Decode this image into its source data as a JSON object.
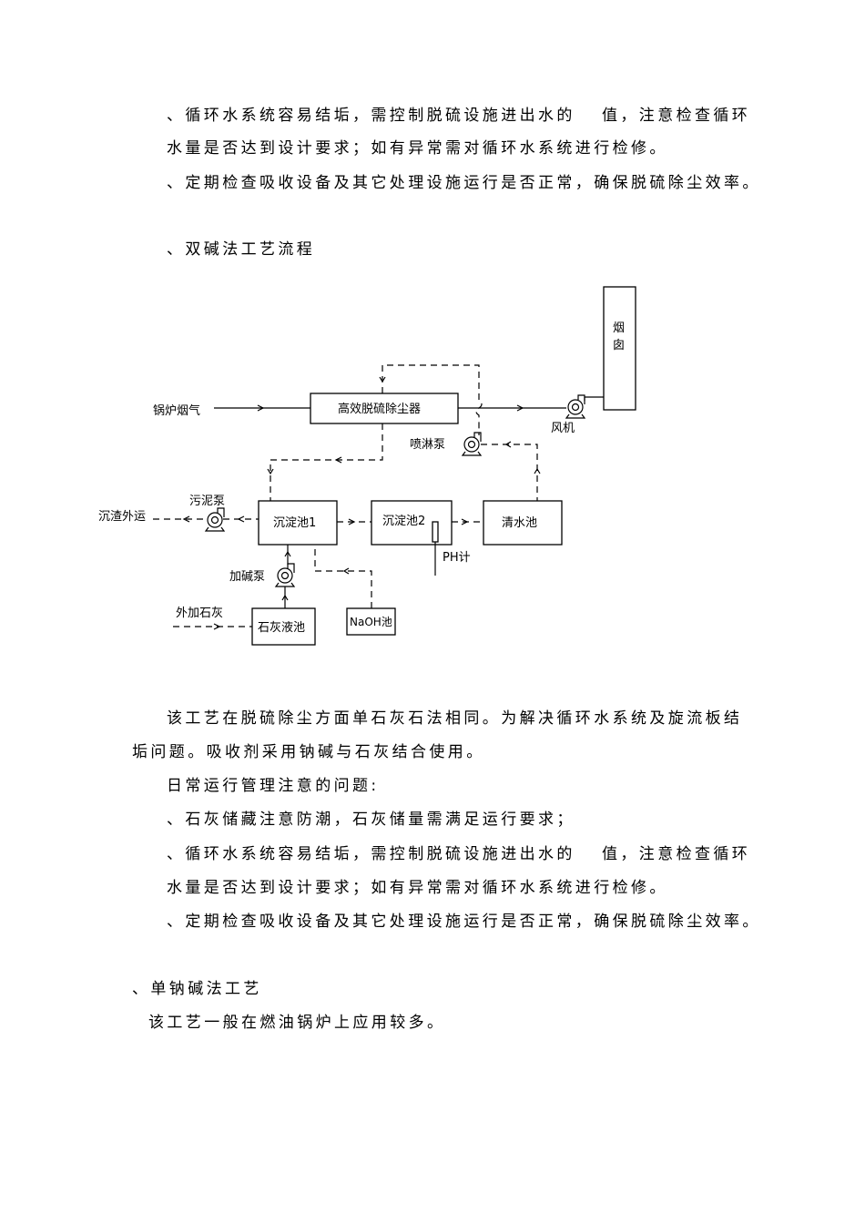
{
  "paragraphs_top": [
    "、循环水系统容易结垢，需控制脱硫设施进出水的　 值，注意检查循环",
    "水量是否达到设计要求；如有异常需对循环水系统进行检修。",
    "、定期检查吸收设备及其它处理设施运行是否正常，确保脱硫除尘效率。"
  ],
  "section_title": "、双碱法工艺流程",
  "diagram": {
    "chimney": [
      "烟",
      "囱"
    ],
    "boiler_gas": "锅炉烟气",
    "desulfurizer": "高效脱硫除尘器",
    "fan": "风机",
    "spray_pump": "喷淋泵",
    "sludge_pump": "污泥泵",
    "slag_out": "沉渣外运",
    "tank1": "沉淀池1",
    "tank2": "沉淀池2",
    "clear_tank": "清水池",
    "ph_meter": "PH计",
    "alkali_pump": "加碱泵",
    "lime_add": "外加石灰",
    "lime_tank": "石灰液池",
    "naoh_tank": "NaOH池"
  },
  "paragraphs_mid": [
    "该工艺在脱硫除尘方面单石灰石法相同。为解决循环水系统及旋流板结",
    "垢问题。吸收剂采用钠碱与石灰结合使用。",
    "日常运行管理注意的问题:",
    "、石灰储藏注意防潮，石灰储量需满足运行要求；",
    "、循环水系统容易结垢，需控制脱硫设施进出水的　 值，注意检查循环",
    "水量是否达到设计要求；如有异常需对循环水系统进行检修。",
    "、定期检查吸收设备及其它处理设施运行是否正常，确保脱硫除尘效率。"
  ],
  "section2_title": "、单钠碱法工艺",
  "section2_text": "该工艺一般在燃油锅炉上应用较多。"
}
